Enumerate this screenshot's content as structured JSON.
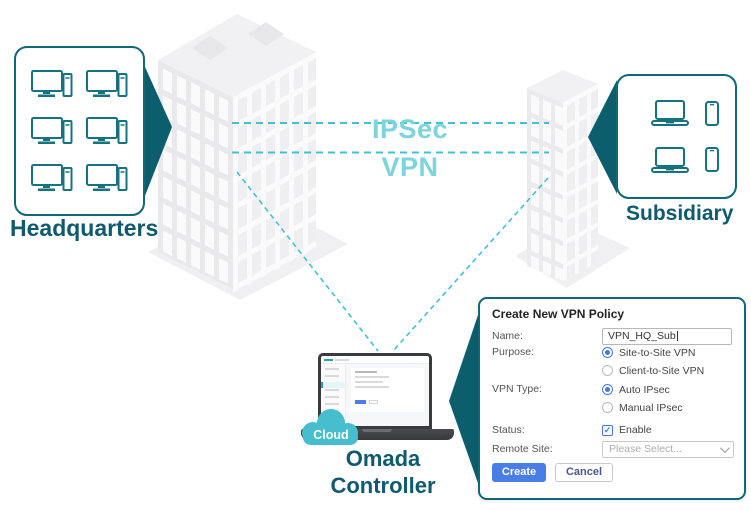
{
  "diagram": {
    "headquarters": {
      "label": "Headquarters"
    },
    "subsidiary": {
      "label": "Subsidiary"
    },
    "vpn_link": {
      "protocol": "IPSec",
      "type": "VPN"
    },
    "controller": {
      "cloud_label": "Cloud",
      "name_line1": "Omada",
      "name_line2": "Controller"
    }
  },
  "dialog": {
    "title": "Create New VPN Policy",
    "fields": {
      "name": {
        "label": "Name:",
        "value": "VPN_HQ_Sub"
      },
      "purpose": {
        "label": "Purpose:",
        "options": [
          {
            "label": "Site-to-Site VPN",
            "selected": true
          },
          {
            "label": "Client-to-Site VPN",
            "selected": false
          }
        ]
      },
      "vpn_type": {
        "label": "VPN Type:",
        "options": [
          {
            "label": "Auto IPsec",
            "selected": true
          },
          {
            "label": "Manual IPsec",
            "selected": false
          }
        ]
      },
      "status": {
        "label": "Status:",
        "checkbox_label": "Enable",
        "checked": true
      },
      "remote_site": {
        "label": "Remote Site:",
        "placeholder": "Please Select..."
      }
    },
    "buttons": {
      "create": "Create",
      "cancel": "Cancel"
    }
  },
  "colors": {
    "teal_dark": "#0E6877",
    "teal_arrow": "#0C5E6C",
    "icon_stroke": "#157380",
    "label_text": "#0E5A6E",
    "dash_cyan": "#3FC2D4",
    "vpn_text_cyan": "#7CD4DC",
    "cloud_teal": "#47BECE",
    "primary_blue": "#4A7EE6"
  }
}
